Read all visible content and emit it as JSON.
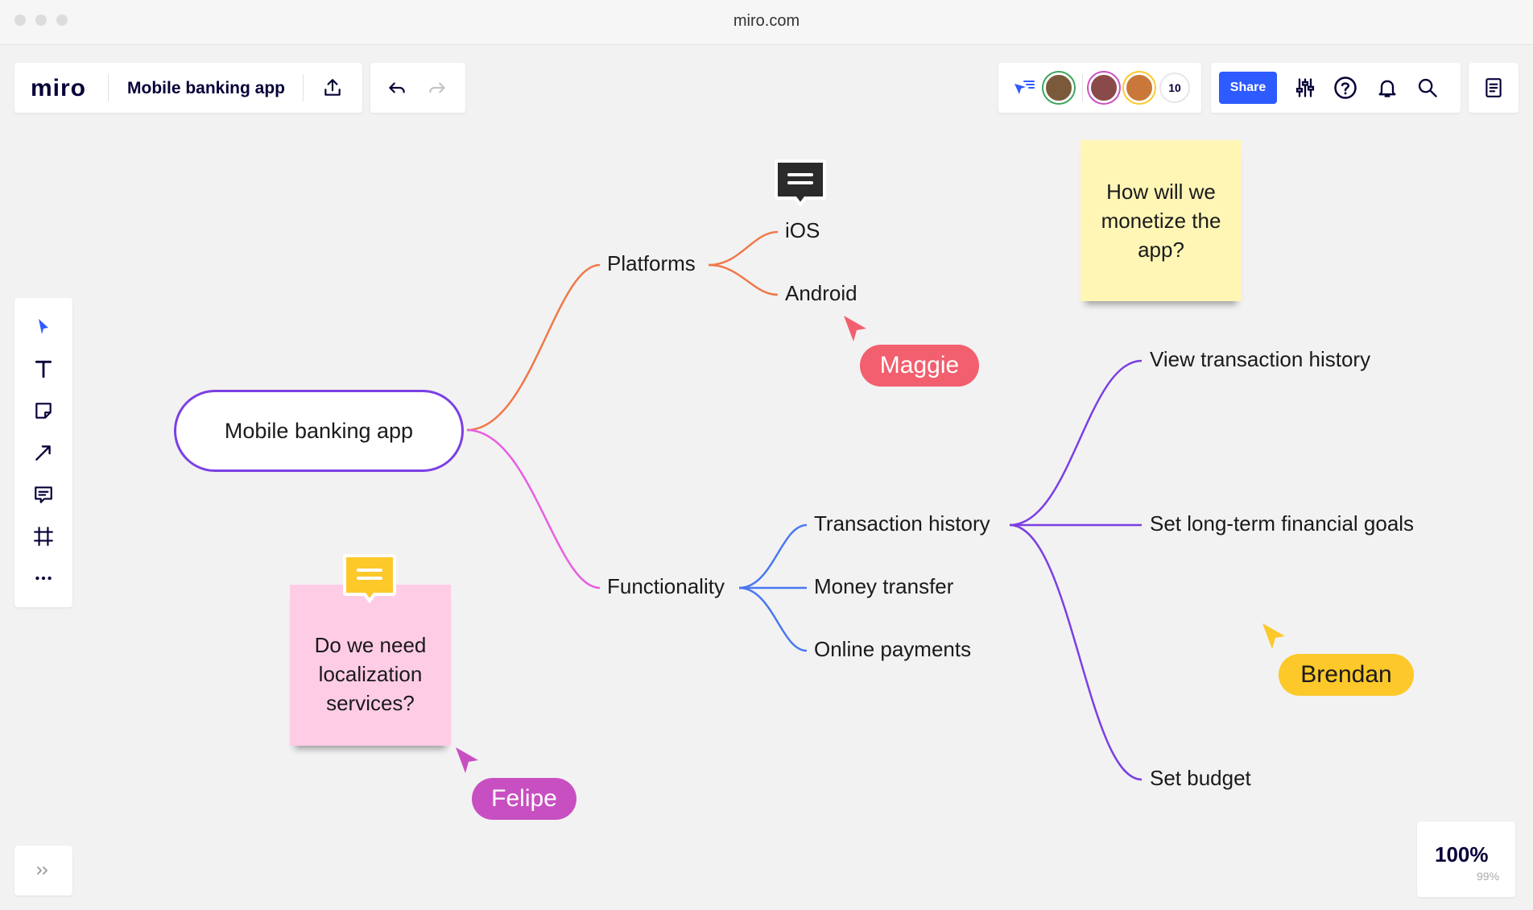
{
  "browser": {
    "url": "miro.com"
  },
  "header": {
    "logo": "miro",
    "board_title": "Mobile banking app",
    "share_label": "Share",
    "collaborator_count": "10"
  },
  "collaborators": [
    {
      "name": "avatar-1",
      "color": "#7a5a3a"
    },
    {
      "name": "avatar-2",
      "color": "#8a4a4a"
    },
    {
      "name": "avatar-3",
      "color": "#c9783a"
    }
  ],
  "toolbar": {
    "tools": [
      "select",
      "text",
      "sticky-note",
      "connection-line",
      "comment",
      "frame",
      "more"
    ]
  },
  "mindmap": {
    "root": "Mobile banking app",
    "platforms": "Platforms",
    "ios": "iOS",
    "android": "Android",
    "functionality": "Functionality",
    "transaction_history": "Transaction history",
    "money_transfer": "Money transfer",
    "online_payments": "Online payments",
    "view_transaction_history": "View transaction history",
    "set_goals": "Set long-term financial goals",
    "set_budget": "Set budget"
  },
  "stickies": {
    "yellow": "How will we monetize the app?",
    "pink": "Do we need localization services?"
  },
  "cursors": {
    "maggie": "Maggie",
    "felipe": "Felipe",
    "brendan": "Brendan"
  },
  "zoom": {
    "level": "100%",
    "secondary": "99%"
  },
  "colors": {
    "brand": "#050038",
    "accent": "#2d5bff",
    "orange_branch": "#f0784a",
    "pink_branch": "#e85ee0",
    "blue_branch": "#4a78f0",
    "purple_branch": "#7b3fe4",
    "maggie": "#f25f6e",
    "felipe": "#c84fc2",
    "brendan": "#fcc82a",
    "yellow_sticky": "#fff6b6",
    "pink_sticky": "#ffcce5"
  }
}
